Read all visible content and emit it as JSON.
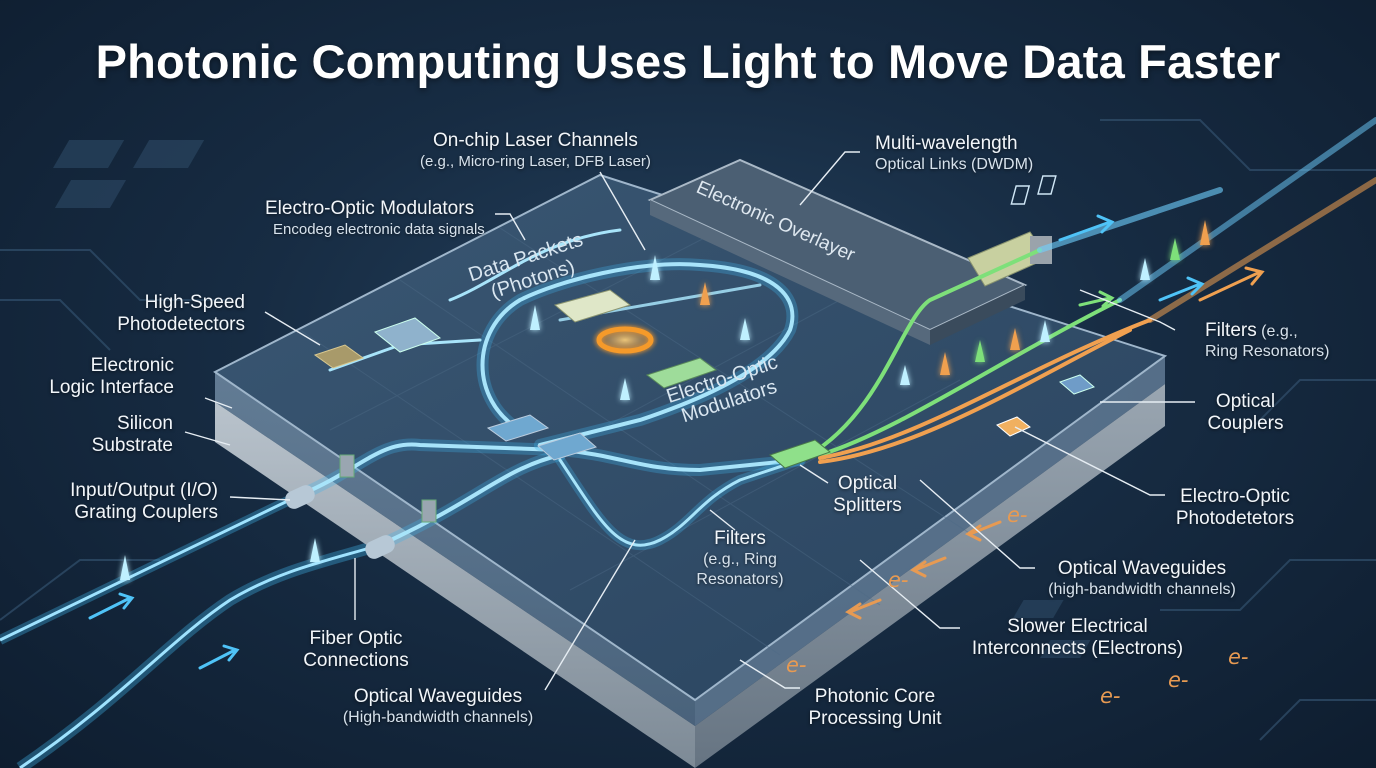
{
  "title": "Photonic Computing Uses Light to Move Data Faster",
  "on_chip_text": {
    "overlayer": "Electronic Overlayer",
    "packets_1": "Data Packets",
    "packets_2": "(Photons)",
    "eom_1": "Electro-Optic",
    "eom_2": "Modulators"
  },
  "labels": {
    "laser_channels": {
      "line1": "On-chip Laser Channels",
      "sub": "(e.g., Micro-ring Laser, DFB Laser)"
    },
    "multiwavelength": {
      "line1": "Multi-wavelength",
      "line2": "Optical Links (DWDM)"
    },
    "eo_modulators_top": {
      "line1": "Electro-Optic Modulators",
      "sub": "Encodeg electronic data signals"
    },
    "photodetectors": {
      "line1": "High-Speed",
      "line2": "Photodetectors"
    },
    "logic_interface": {
      "line1": "Electronic",
      "line2": "Logic Interface"
    },
    "substrate": {
      "line1": "Silicon",
      "line2": "Substrate"
    },
    "io_couplers": {
      "line1": "Input/Output (I/O)",
      "line2": "Grating Couplers"
    },
    "fiber": {
      "line1": "Fiber Optic",
      "line2": "Connections"
    },
    "waveguides_bottom": {
      "line1": "Optical Waveguides",
      "sub": "(High-bandwidth channels)"
    },
    "filters_mid": {
      "line1": "Filters",
      "line2": "(e.g., Ring",
      "line3": "Resonators)"
    },
    "splitters": {
      "line1": "Optical",
      "line2": "Splitters"
    },
    "filters_right": {
      "line1": "Filters",
      "line1b": " (e.g.,",
      "line2": "Ring Resonators)"
    },
    "couplers": {
      "line1": "Optical",
      "line2": "Couplers"
    },
    "eo_photodetectors": {
      "line1": "Electro-Optic",
      "line2": "Photodetetors"
    },
    "waveguides_right": {
      "line1": "Optical Waveguides",
      "sub": "(high-bandwidth channels)"
    },
    "slow_interconnects": {
      "line1": "Slower Electrical",
      "line2": "Interconnects (Electrons)"
    },
    "core_unit": {
      "line1": "Photonic Core",
      "line2": "Processing Unit"
    }
  },
  "electron_symbol": "e-",
  "colors": {
    "background": "#172c43",
    "waveguide": "#8fd8f5",
    "green_beam": "#7ee07a",
    "orange_beam": "#f0a050",
    "ring": "#f59a2a",
    "electron": "#e79a52"
  }
}
